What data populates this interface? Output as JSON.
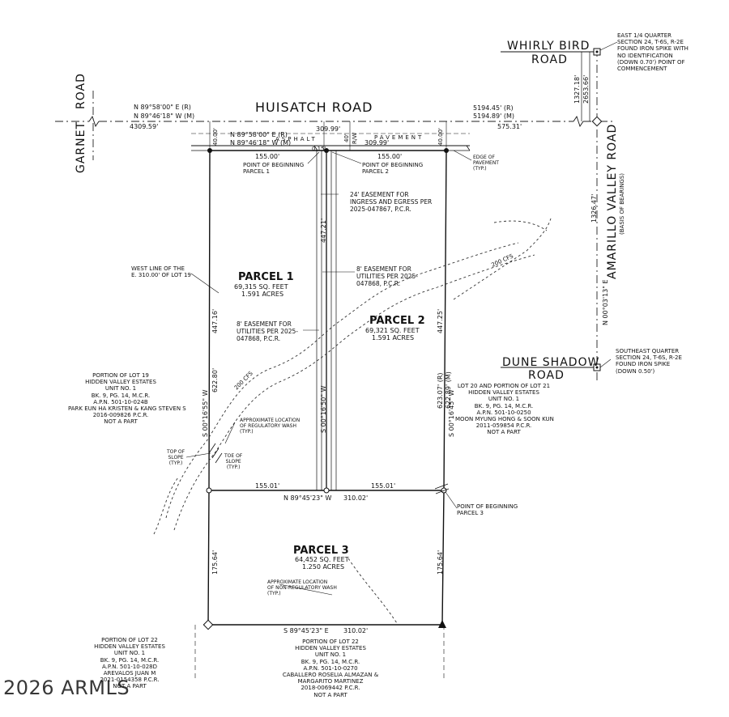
{
  "roads": {
    "huisatch": "HUISATCH ROAD",
    "garnet_1": "GARNET",
    "garnet_2": "ROAD",
    "whirly_1": "WHIRLY BIRD",
    "whirly_2": "ROAD",
    "amarillo": "AMARILLO VALLEY ROAD",
    "amarillo_note": "(BASIS OF BEARINGS)",
    "dune_1": "DUNE SHADOW",
    "dune_2": "ROAD"
  },
  "bearings": {
    "n_record": "N 89°58'00\" E (R)",
    "n_measured": "N 89°46'18\" W (M)",
    "dist_left": "4309.59'",
    "dist_r": "5194.45' (R)",
    "dist_m": "5194.89' (M)",
    "dist_right": "575.31'",
    "top_309": "309.99'",
    "top_309b": "309.99'",
    "inner_r": "N 89°58'00\" E (R)",
    "inner_m": "N 89°46'18\" W (M)",
    "asphalt": "ASPHALT",
    "pavement": "PAVEMENT",
    "rw_40": "40'",
    "rw": "R/W",
    "w40": "40.00'",
    "e40": "40.00'",
    "p1_top": "155.00'",
    "p2_top": "155.00'",
    "mid_0": "0.15'",
    "east_1327": "1327.18'",
    "east_2653": "2653.66'",
    "east_1326": "1326.47'",
    "east_bearing": "N 00°03'13\" E",
    "left_447": "447.16'",
    "left_622": "622.80'",
    "left_bearing": "S 00°16'55\" W",
    "mid_447": "447.21'",
    "mid_bearing": "S 00°16'50\" W",
    "right_447": "447.25'",
    "right_623": "623.07' (R)",
    "right_622": "622.89' (M)",
    "right_bearing": "S 00°16'45\" W",
    "mid_155a": "155.01'",
    "mid_155b": "155.01'",
    "mid_line": "N 89°45'23\" W",
    "mid_310": "310.02'",
    "p3_left": "175.64'",
    "p3_right": "175.64'",
    "bottom_line": "S 89°45'23\" E",
    "bottom_310": "310.02'",
    "contour_a": "200 CFS",
    "contour_b": "200 CFS"
  },
  "parcels": [
    {
      "name": "PARCEL 1",
      "sqft": "69,315 SQ. FEET",
      "acres": "1.591 ACRES"
    },
    {
      "name": "PARCEL 2",
      "sqft": "69,321 SQ. FEET",
      "acres": "1.591 ACRES"
    },
    {
      "name": "PARCEL 3",
      "sqft": "64,452 SQ. FEET",
      "acres": "1.250 ACRES"
    }
  ],
  "notes": {
    "east_quarter": [
      "EAST 1/4 QUARTER",
      "SECTION 24, T-6S, R-2E",
      "FOUND IRON SPIKE WITH",
      "NO IDENTIFICATION",
      "(DOWN 0.70') POINT OF",
      "COMMENCEMENT"
    ],
    "se_quarter": [
      "SOUTHEAST QUARTER",
      "SECTION 24, T-6S, R-2E",
      "FOUND IRON SPIKE",
      "(DOWN 0.50')"
    ],
    "pob1": [
      "POINT OF BEGINNING",
      "PARCEL 1"
    ],
    "pob2": [
      "POINT OF BEGINNING",
      "PARCEL 2"
    ],
    "pob3": [
      "POINT OF BEGINNING",
      "PARCEL 3"
    ],
    "edge": [
      "EDGE OF",
      "PAVEMENT",
      "(TYP.)"
    ],
    "easement24": [
      "24' EASEMENT FOR",
      "INGRESS AND EGRESS PER",
      "2025-047867, P.C.R."
    ],
    "easement8r": [
      "8' EASEMENT FOR",
      "UTILITIES PER 2025-",
      "047868, P.C.R."
    ],
    "easement8l": [
      "8' EASEMENT FOR",
      "UTILITIES PER 2025-",
      "047868, P.C.R."
    ],
    "westline": [
      "WEST LINE OF THE",
      "E. 310.00' OF LOT 19"
    ],
    "regwash": [
      "APPROXIMATE LOCATION",
      "OF REGULATORY WASH",
      "(TYP.)"
    ],
    "nonregwash": [
      "APPROXIMATE LOCATION",
      "OF NON-REGULATORY WASH",
      "(TYP.)"
    ],
    "top_slope": [
      "TOP OF",
      "SLOPE",
      "(TYP.)"
    ],
    "toe_slope": [
      "TOE OF",
      "SLOPE",
      "(TYP.)"
    ],
    "lot19": [
      "PORTION OF LOT 19",
      "HIDDEN VALLEY ESTATES",
      "UNIT NO. 1",
      "BK. 9, PG. 14, M.C.R.",
      "A.P.N. 501-10-024B",
      "PARK EUN HA KRISTEN & KANG STEVEN S",
      "2016-009826 P.C.R.",
      "NOT A PART"
    ],
    "lot20": [
      "LOT 20 AND PORTION OF LOT 21",
      "HIDDEN VALLEY ESTATES",
      "UNIT NO. 1",
      "BK. 9, PG. 14, M.C.R.",
      "A.P.N. 501-10-0250",
      "MOON MYUNG HONG & SOON KUN",
      "2011-059854 P.C.R.",
      "NOT A PART"
    ],
    "lot22a": [
      "PORTION OF LOT 22",
      "HIDDEN VALLEY ESTATES",
      "UNIT NO. 1",
      "BK. 9, PG. 14, M.C.R.",
      "A.P.N. 501-10-028D",
      "AREVALOS JUAN M",
      "2021-0154358 P.C.R.",
      "NOT A PART"
    ],
    "lot22b": [
      "PORTION OF LOT 22",
      "HIDDEN VALLEY ESTATES",
      "UNIT NO. 1",
      "BK. 9, PG. 14, M.C.R.",
      "A.P.N. 501-10-0270",
      "CABALLERO ROSELIA ALMAZAN &",
      "MARGARITO MARTINEZ",
      "2018-0069442 P.C.R.",
      "NOT A PART"
    ]
  },
  "watermark": "2026 ARMLS"
}
